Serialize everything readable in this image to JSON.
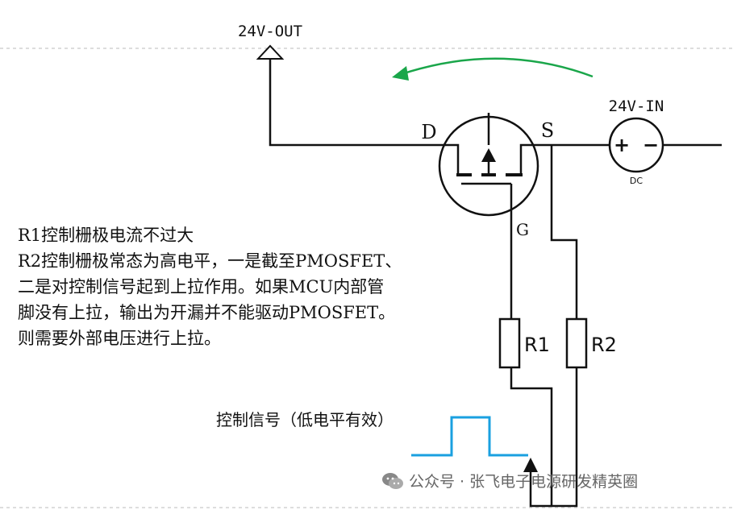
{
  "labels": {
    "out": "24V-OUT",
    "in": "24V-IN",
    "drain": "D",
    "source": "S",
    "gate": "G",
    "r1": "R1",
    "r2": "R2",
    "dc": "DC",
    "plus": "+",
    "minus": "−",
    "control": "控制信号（低电平有效）"
  },
  "description": [
    "R1控制栅极电流不过大",
    "R2控制栅极常态为高电平，一是截至PMOSFET、",
    "二是对控制信号起到上拉作用。如果MCU内部管",
    "脚没有上拉，输出为开漏并不能驱动PMOSFET。",
    "则需要外部电压进行上拉。"
  ],
  "watermark": "公众号 · 张飞电子电源研发精英圈",
  "colors": {
    "wire": "#111111",
    "arrow": "#1aa64a",
    "signal": "#1aa0e0",
    "dashed": "#bbbbbb"
  }
}
